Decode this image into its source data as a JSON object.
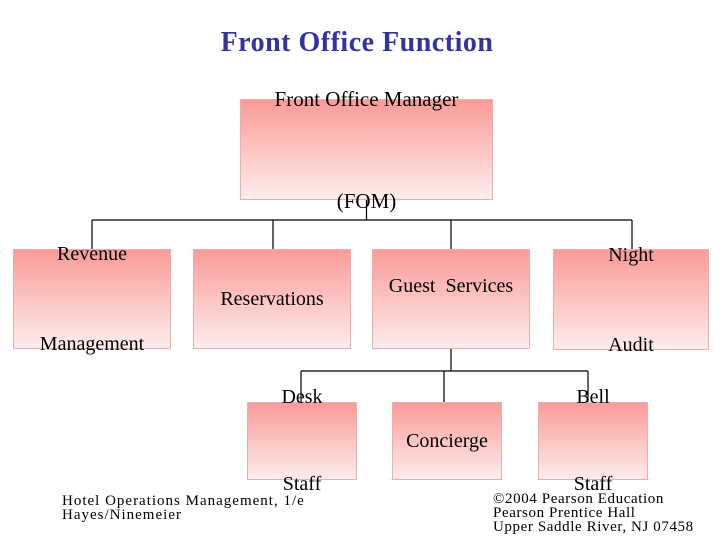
{
  "title": "Front Office Function",
  "theme": {
    "background": "#FFFFFF",
    "title_color": "#3333A1",
    "text_color": "#000000",
    "connector_color": "#000000",
    "box_gradient_top": "#FA9B98",
    "box_gradient_bottom": "#FDEDEC",
    "box_border": "#EDAFAD"
  },
  "org_chart": {
    "type": "org-hierarchy",
    "root": "Front Office Manager (FOM)",
    "children_of_root": [
      "Revenue Management",
      "Reservations",
      "Guest Services",
      "Night Audit"
    ],
    "children_of_guest_services": [
      "Desk Staff",
      "Concierge",
      "Bell Staff"
    ]
  },
  "nodes": {
    "fom": {
      "lines": [
        "Front Office Manager",
        "(FOM)"
      ]
    },
    "revenue": {
      "lines": [
        "Revenue",
        "Management"
      ]
    },
    "reservations": {
      "lines": [
        "Reservations"
      ]
    },
    "guest": {
      "lines": [
        "Guest  Services"
      ]
    },
    "night": {
      "lines": [
        "Night",
        "Audit"
      ]
    },
    "desk": {
      "lines": [
        "Desk",
        "Staff"
      ]
    },
    "concierge": {
      "lines": [
        "Concierge"
      ]
    },
    "bell": {
      "lines": [
        "Bell",
        "Staff"
      ]
    }
  },
  "footer_left": {
    "line1": "Hotel Operations Management, 1/e",
    "line2": "Hayes/Ninemeier"
  },
  "footer_right": {
    "line1": "©2004 Pearson Education",
    "line2": "Pearson Prentice Hall",
    "line3": "Upper Saddle River, NJ 07458"
  }
}
